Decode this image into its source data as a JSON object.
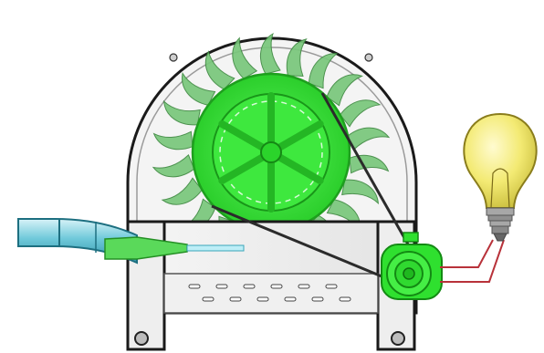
{
  "figure": {
    "components": [
      "turbine-housing",
      "turbine-runner-buckets",
      "runner-hub-pulley",
      "water-inlet-pipe",
      "nozzle-jet",
      "base-frame",
      "drive-belt",
      "generator",
      "electrical-wires",
      "light-bulb"
    ]
  },
  "colors": {
    "housing": "#f2f2f2",
    "housing_edge": "#1a1a1a",
    "bucket_fill": "#79c77b",
    "bucket_edge": "#3f8a42",
    "hub": "#33e633",
    "hub_dark": "#1fa81f",
    "pipe": "#5ec2d4",
    "pipe_light": "#bfeaf2",
    "nozzle": "#57d957",
    "frame": "#ececec",
    "belt": "#2b2b2b",
    "generator": "#2fe02f",
    "wire": "#b8323a",
    "bulb_glass": "#f3ea73",
    "bulb_base": "#9a9a9a"
  }
}
